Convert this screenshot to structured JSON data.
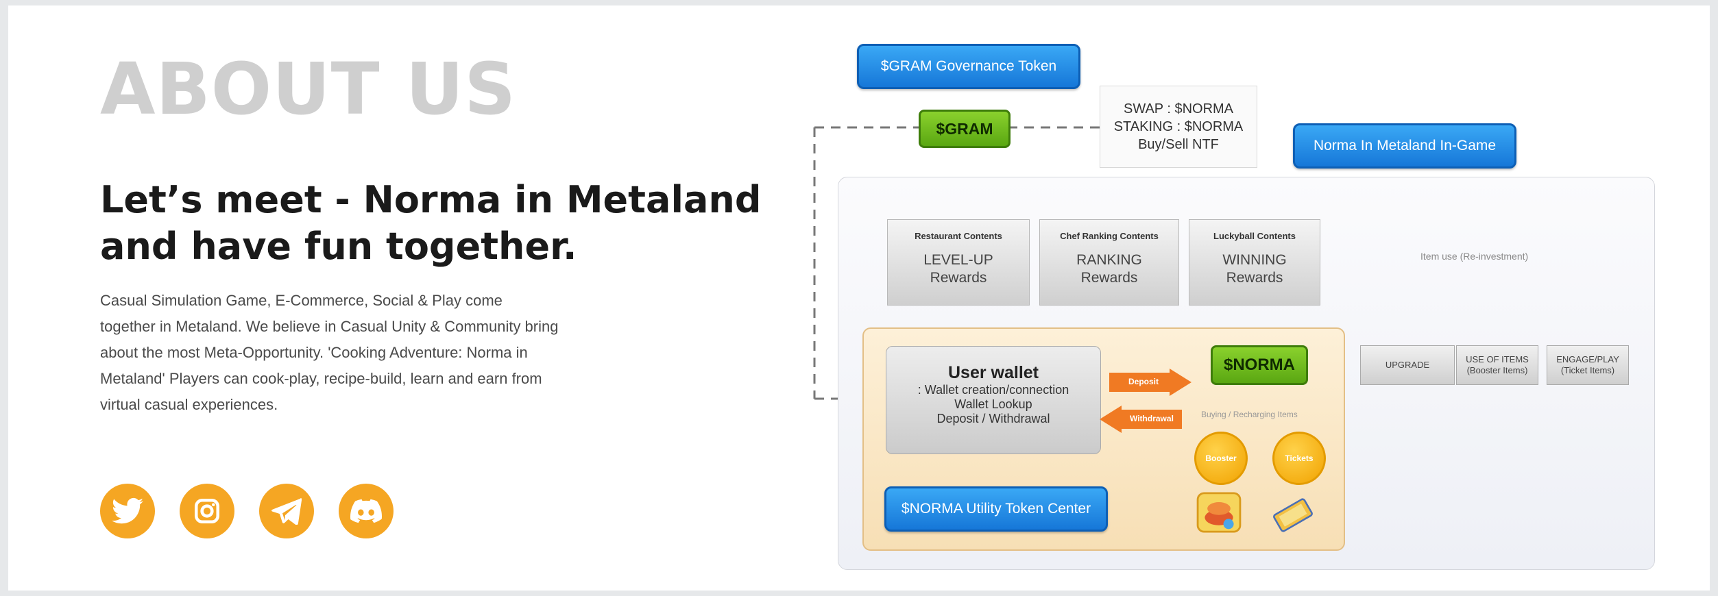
{
  "about": {
    "title": "ABOUT US",
    "headline_line1": "Let’s meet - Norma in Metaland",
    "headline_line2": "and have fun together.",
    "body_lines": [
      "Casual Simulation Game, E-Commerce, Social & Play come",
      "together in Metaland. We believe in Casual Unity & Community bring",
      "about the most Meta-Opportunity. 'Cooking Adventure: Norma in",
      "Metaland' Players can cook-play, recipe-build, learn and earn from",
      "virtual casual experiences."
    ]
  },
  "socials": [
    {
      "icon": "twitter-icon"
    },
    {
      "icon": "instagram-icon"
    },
    {
      "icon": "telegram-icon"
    },
    {
      "icon": "discord-icon"
    }
  ],
  "diagram": {
    "gram_governance": "$GRAM Governance Token",
    "gram": "$GRAM",
    "swap_lines": [
      "SWAP : $NORMA",
      "STAKING : $NORMA",
      "Buy/Sell NTF"
    ],
    "norma_ingame": "Norma In Metaland In-Game",
    "contents": [
      {
        "title": "Restaurant Contents",
        "main": "LEVEL-UP",
        "sub": "Rewards"
      },
      {
        "title": "Chef Ranking Contents",
        "main": "RANKING",
        "sub": "Rewards"
      },
      {
        "title": "Luckyball Contents",
        "main": "WINNING",
        "sub": "Rewards"
      }
    ],
    "item_use": "Item use (Re-investment)",
    "norma": "$NORMA",
    "upgrade": "UPGRADE",
    "use_of_items": [
      "USE OF ITEMS",
      "(Booster Items)"
    ],
    "engage_play": [
      "ENGAGE/PLAY",
      "(Ticket Items)"
    ],
    "user_wallet": {
      "title": "User wallet",
      "lines": [
        ": Wallet creation/connection",
        "Wallet Lookup",
        "Deposit / Withdrawal"
      ]
    },
    "deposit": "Deposit",
    "withdrawal": "Withdrawal",
    "buying": "Buying / Recharging Items",
    "booster": "Booster",
    "tickets": "Tickets",
    "utility_center": "$NORMA Utility Token Center"
  },
  "colors": {
    "accent_orange": "#f5a623",
    "blue_button": "#1677d8",
    "green_button": "#6cbd1a",
    "heading_gray": "#cfcfcf"
  }
}
